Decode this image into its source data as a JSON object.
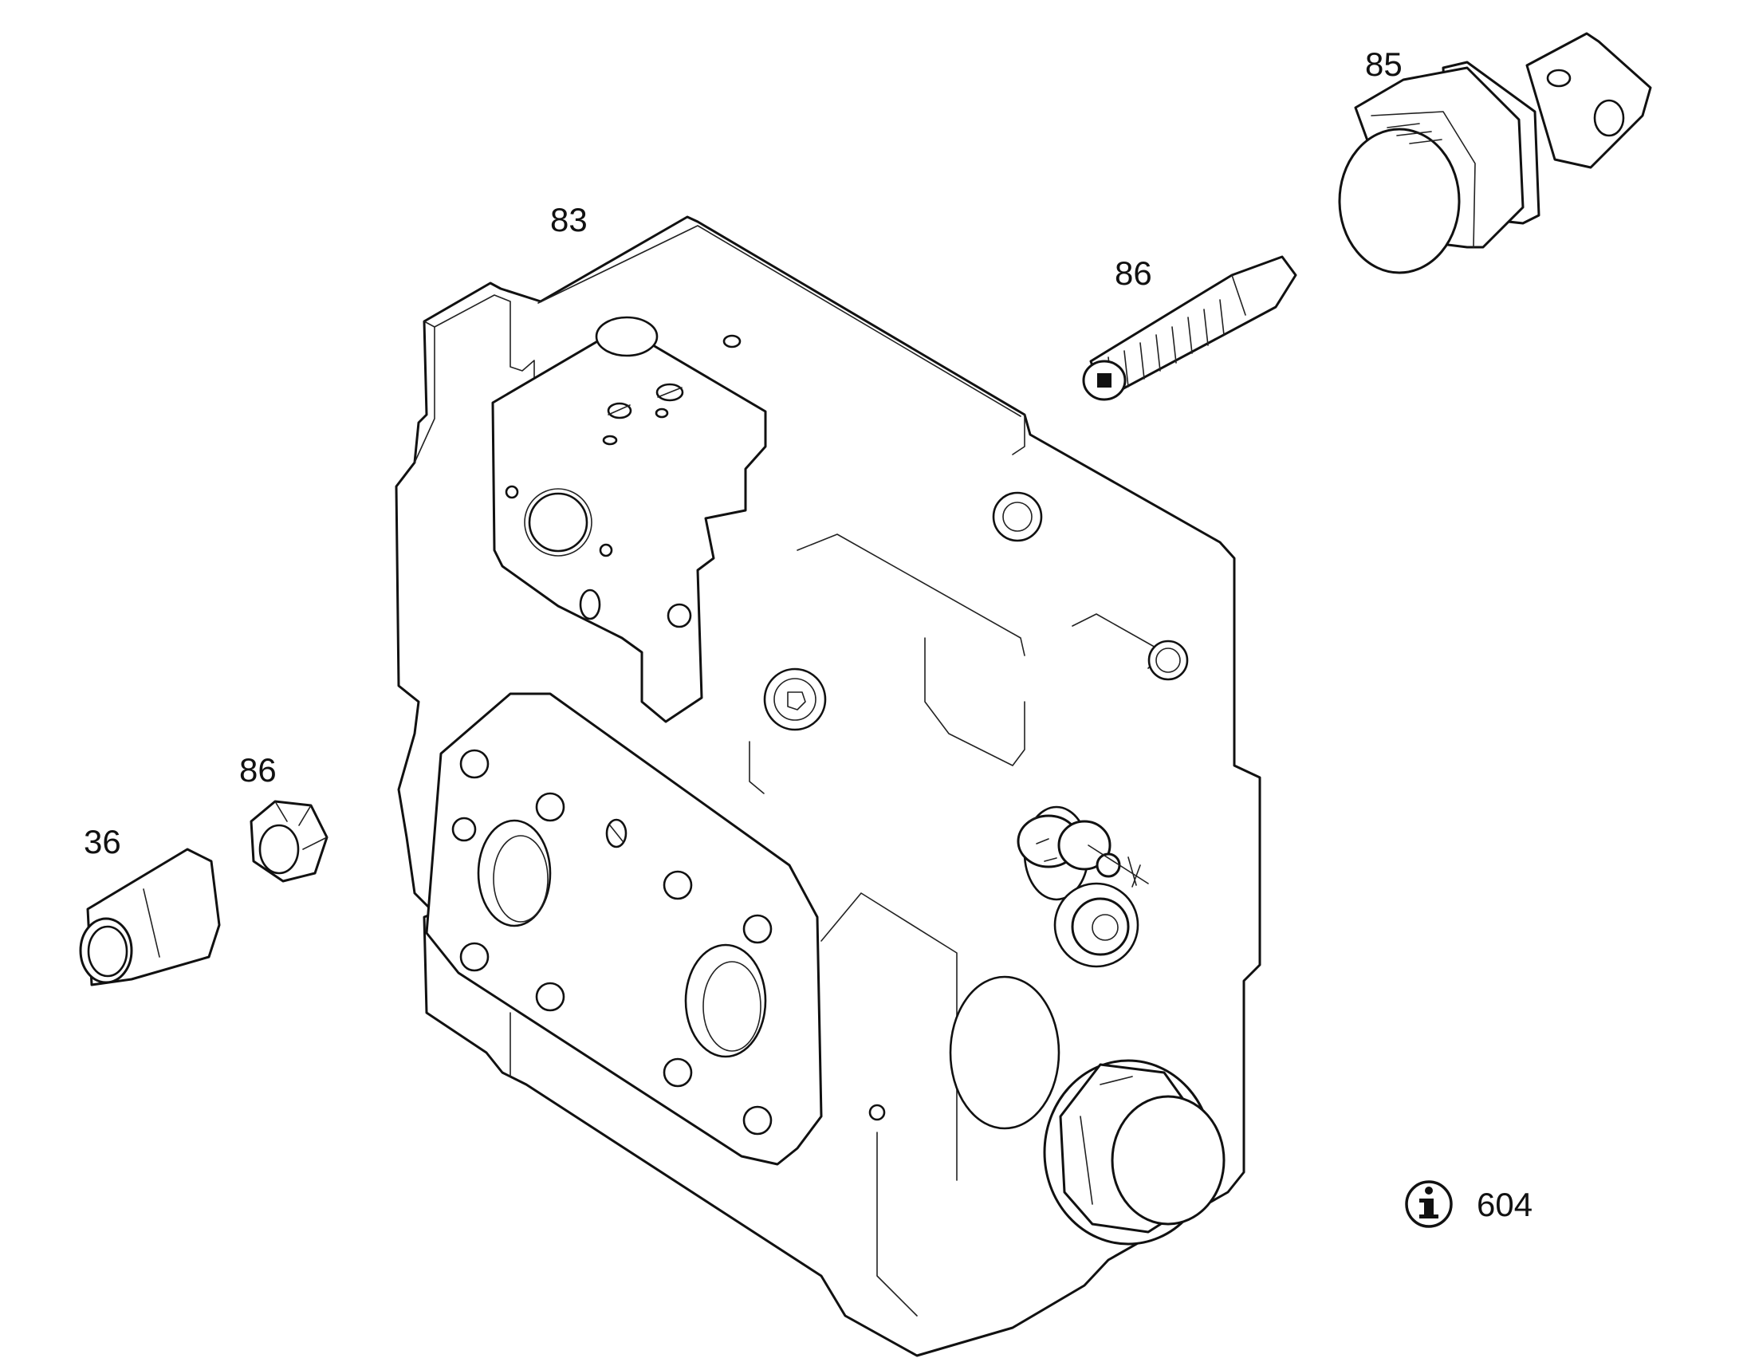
{
  "drawing": {
    "callouts": [
      {
        "id": "83",
        "label": "83"
      },
      {
        "id": "85",
        "label": "85"
      },
      {
        "id": "86a",
        "label": "86"
      },
      {
        "id": "86b",
        "label": "86"
      },
      {
        "id": "36",
        "label": "36"
      }
    ],
    "info": {
      "icon": "info-icon",
      "label": "604"
    }
  }
}
